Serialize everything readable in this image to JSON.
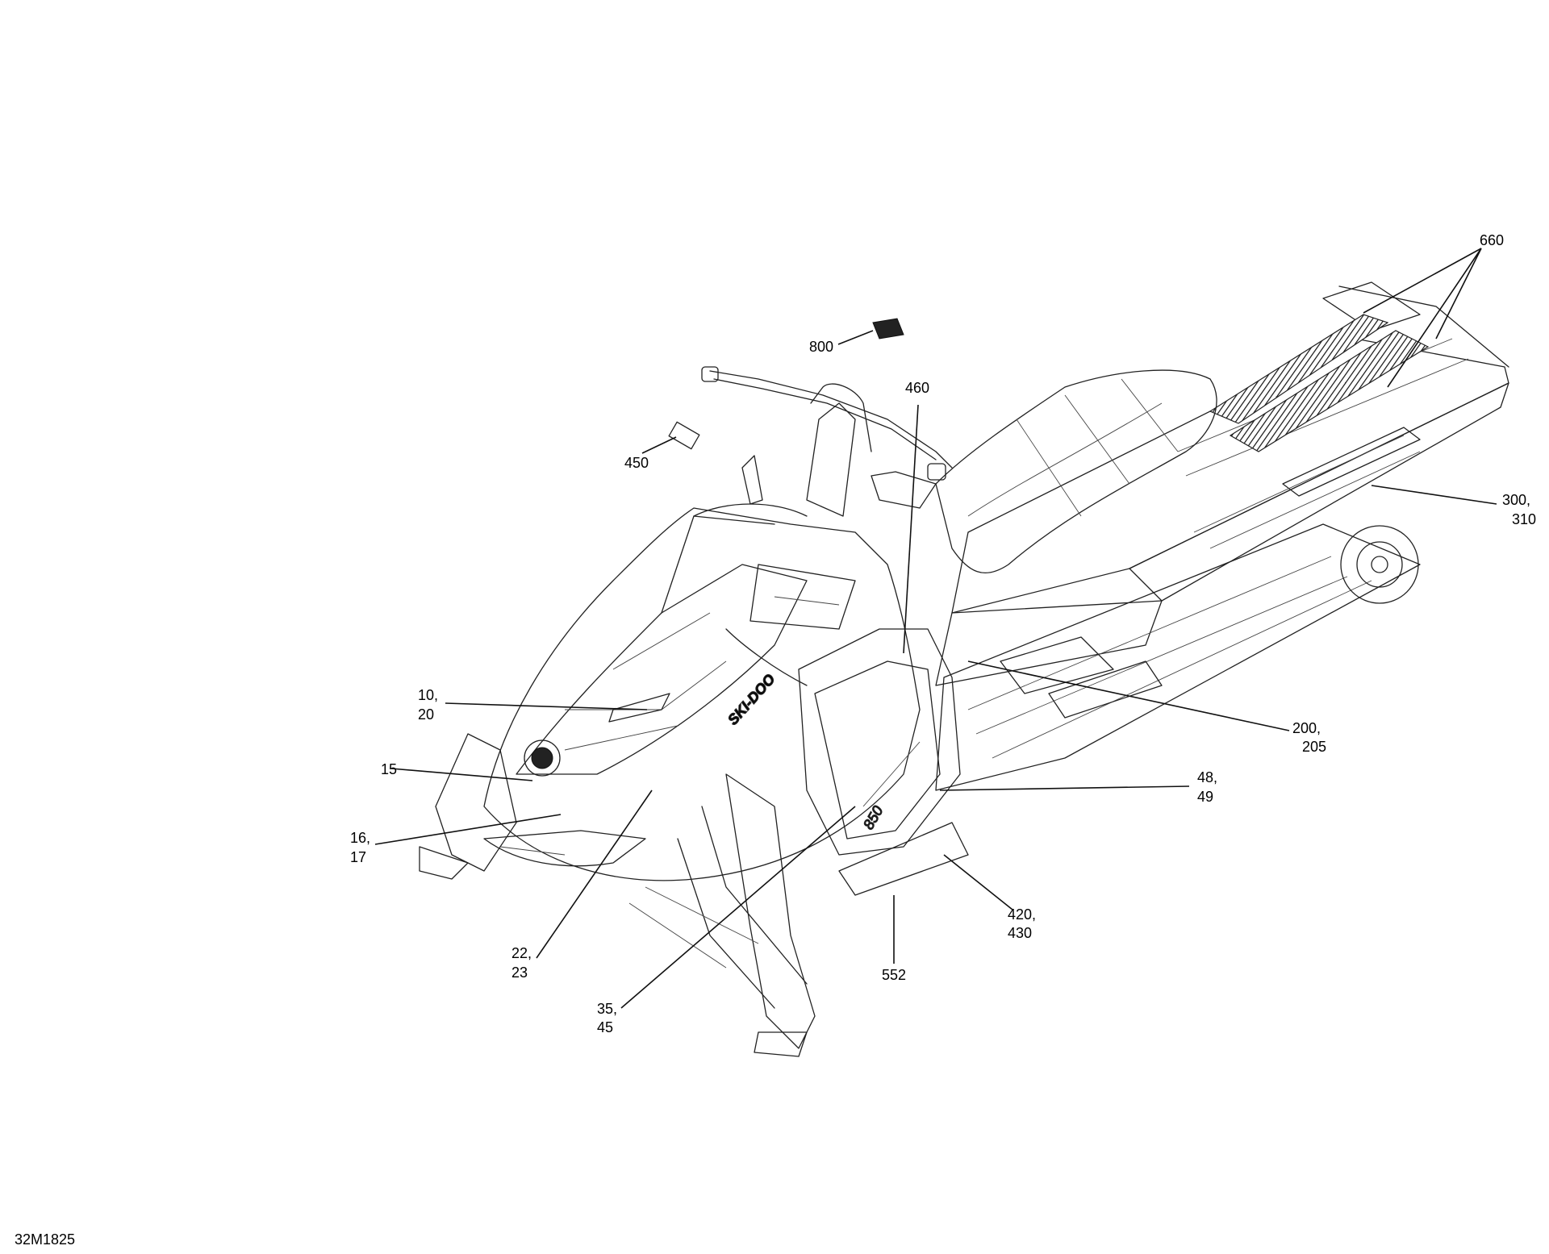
{
  "diagram_id": "32M1825",
  "callouts": [
    {
      "id": "c660",
      "lines": [
        "660"
      ]
    },
    {
      "id": "c800",
      "lines": [
        "800"
      ]
    },
    {
      "id": "c460",
      "lines": [
        "460"
      ]
    },
    {
      "id": "c450",
      "lines": [
        "450"
      ]
    },
    {
      "id": "c300",
      "lines": [
        "300,",
        "310"
      ]
    },
    {
      "id": "c10",
      "lines": [
        "10,",
        "20"
      ]
    },
    {
      "id": "c200",
      "lines": [
        "200,",
        "205"
      ]
    },
    {
      "id": "c15",
      "lines": [
        "15"
      ]
    },
    {
      "id": "c48",
      "lines": [
        "48,",
        "49"
      ]
    },
    {
      "id": "c16",
      "lines": [
        "16,",
        "17"
      ]
    },
    {
      "id": "c420",
      "lines": [
        "420,",
        "430"
      ]
    },
    {
      "id": "c22",
      "lines": [
        "22,",
        "23"
      ]
    },
    {
      "id": "c552",
      "lines": [
        "552"
      ]
    },
    {
      "id": "c35",
      "lines": [
        "35,",
        "45"
      ]
    }
  ]
}
